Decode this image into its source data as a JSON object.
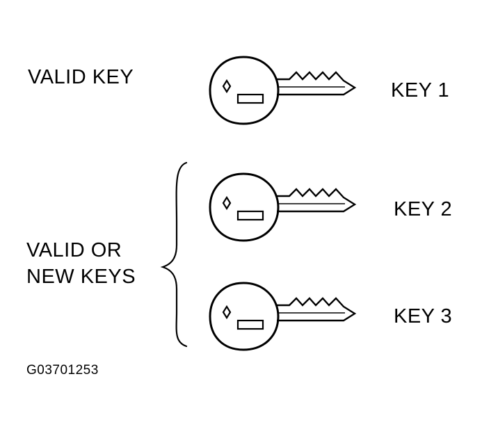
{
  "labels": {
    "valid_key": "VALID KEY",
    "valid_or_new_line1": "VALID OR",
    "valid_or_new_line2": "NEW KEYS",
    "figure_id": "G03701253"
  },
  "keys": [
    {
      "label": "KEY 1",
      "icon": "key-icon"
    },
    {
      "label": "KEY 2",
      "icon": "key-icon"
    },
    {
      "label": "KEY 3",
      "icon": "key-icon"
    }
  ],
  "colors": {
    "line": "#000000",
    "background": "#ffffff"
  }
}
